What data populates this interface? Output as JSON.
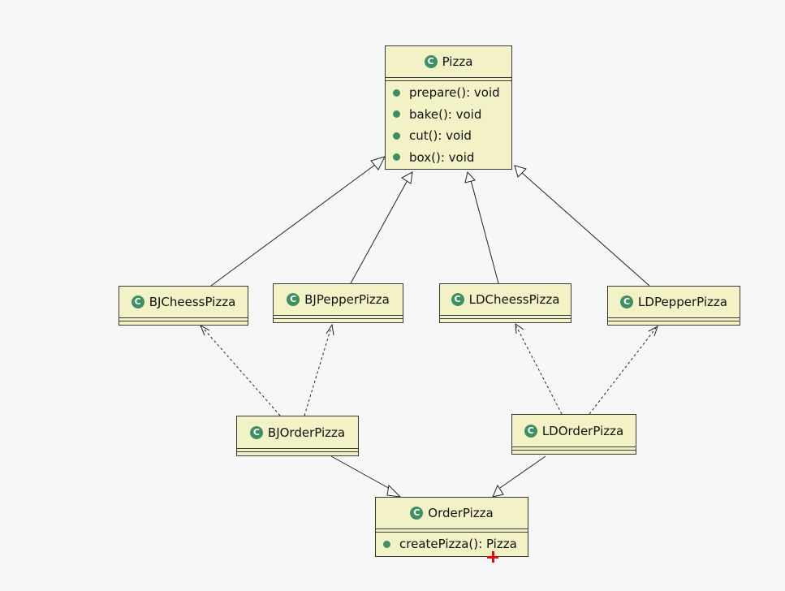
{
  "classes": {
    "pizza": {
      "name": "Pizza",
      "methods": [
        "prepare(): void",
        "bake(): void",
        "cut(): void",
        "box(): void"
      ]
    },
    "bj_cheess": {
      "name": "BJCheessPizza"
    },
    "bj_pepper": {
      "name": "BJPepperPizza"
    },
    "ld_cheess": {
      "name": "LDCheessPizza"
    },
    "ld_pepper": {
      "name": "LDPepperPizza"
    },
    "bj_order": {
      "name": "BJOrderPizza"
    },
    "ld_order": {
      "name": "LDOrderPizza"
    },
    "order": {
      "name": "OrderPizza",
      "methods": [
        "createPizza(): Pizza"
      ]
    }
  },
  "relations": [
    {
      "from": "bj_cheess",
      "to": "pizza",
      "kind": "generalization"
    },
    {
      "from": "bj_pepper",
      "to": "pizza",
      "kind": "generalization"
    },
    {
      "from": "ld_cheess",
      "to": "pizza",
      "kind": "generalization"
    },
    {
      "from": "ld_pepper",
      "to": "pizza",
      "kind": "generalization"
    },
    {
      "from": "bj_order",
      "to": "bj_cheess",
      "kind": "dependency"
    },
    {
      "from": "bj_order",
      "to": "bj_pepper",
      "kind": "dependency"
    },
    {
      "from": "ld_order",
      "to": "ld_cheess",
      "kind": "dependency"
    },
    {
      "from": "ld_order",
      "to": "ld_pepper",
      "kind": "dependency"
    },
    {
      "from": "bj_order",
      "to": "order",
      "kind": "generalization"
    },
    {
      "from": "ld_order",
      "to": "order",
      "kind": "generalization"
    }
  ],
  "colors": {
    "box_fill": "#f2f2c6",
    "box_border": "#3a3a3a",
    "icon_green": "#3e8f63",
    "cursor_red": "#e01010"
  },
  "icons": {
    "class": "class-c-icon",
    "method": "public-method-dot-icon",
    "cursor": "crosshair-plus-icon"
  }
}
